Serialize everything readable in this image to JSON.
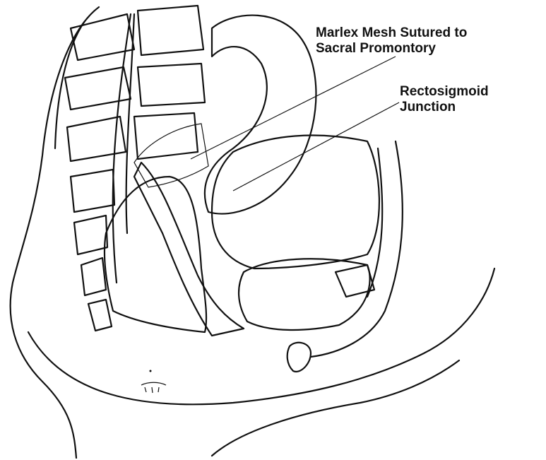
{
  "labels": {
    "mesh": [
      "Marlex Mesh Sutured to",
      "Sacral Promontory"
    ],
    "rectosigmoid": [
      "Rectosigmoid",
      "Junction"
    ]
  }
}
